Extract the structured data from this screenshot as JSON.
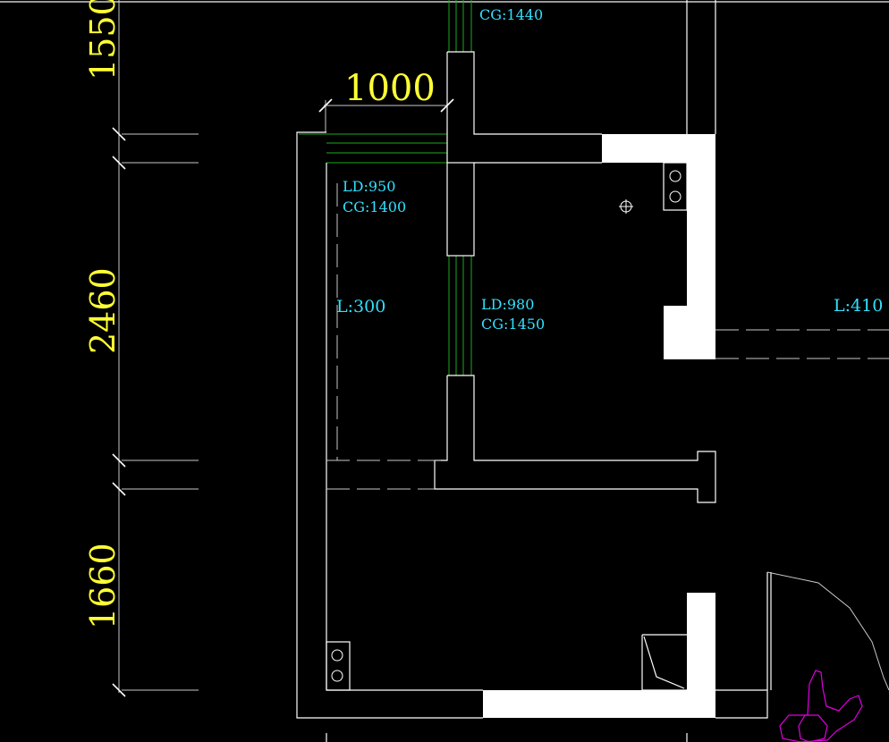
{
  "dimensions": {
    "top": "1550",
    "middle": "2460",
    "bottom": "1660",
    "horizontal": "1000"
  },
  "labels": {
    "cg_top": "CG:1440",
    "ld_left": "LD:950",
    "cg_left": "CG:1400",
    "l_left": "L:300",
    "ld_mid": "LD:980",
    "cg_mid": "CG:1450",
    "l_right": "L:410"
  },
  "colors": {
    "background": "#000000",
    "dimension_text": "#ffff33",
    "annotation_text": "#33e0ff",
    "walls": "#ffffff",
    "windows": "#1ea81e",
    "fixture": "#e000e0"
  }
}
